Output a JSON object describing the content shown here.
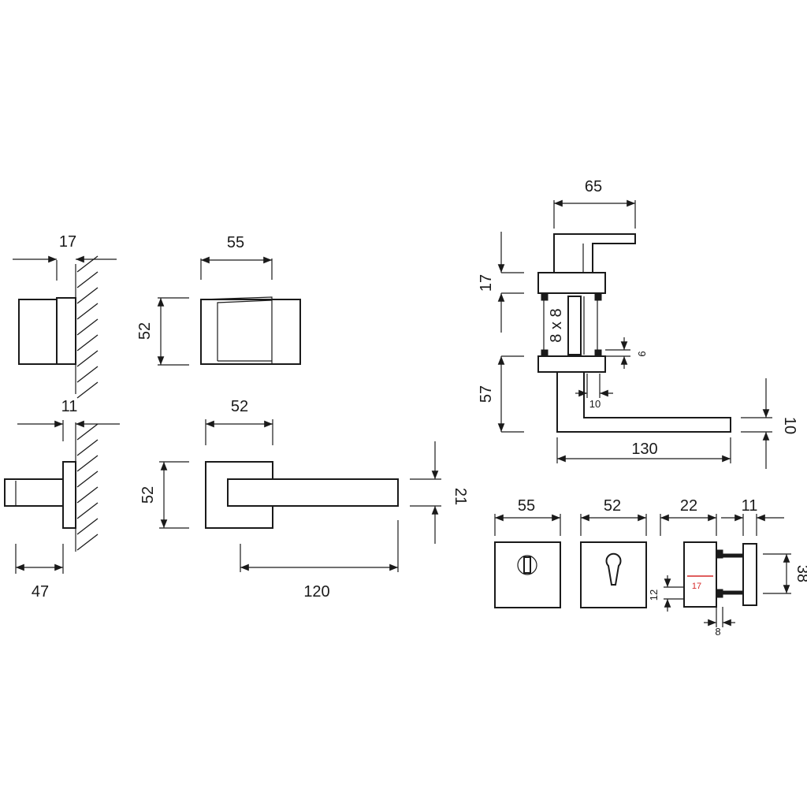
{
  "diagram": {
    "door_knob_side": {
      "width_label": "17",
      "projection_label": "47"
    },
    "door_knob_front": {
      "rose_label": "55",
      "height_label": "52"
    },
    "lever_side": {
      "rose_thickness_label": "11"
    },
    "lever_front": {
      "rose_width_label": "52",
      "rose_height_label": "52",
      "lever_length_label": "120",
      "lever_height_label": "21"
    },
    "lever_assembly": {
      "rose_label": "65",
      "upper_rose_label": "17",
      "spindle_label": "8 x 8",
      "gap_label": "9",
      "lower_height_label": "57",
      "screw_label": "10",
      "lever_length_label": "130",
      "lever_thickness_label": "10"
    },
    "escutcheons": {
      "wc_rose_label": "55",
      "cylinder_rose_label": "52",
      "depth_label": "22",
      "plate_label": "11",
      "height_label": "38",
      "offset_label": "12",
      "pin_label": "8",
      "highlight_label": "17"
    },
    "colors": {
      "line": "#1a1a1a",
      "highlight": "#d62828",
      "background": "#ffffff"
    }
  }
}
